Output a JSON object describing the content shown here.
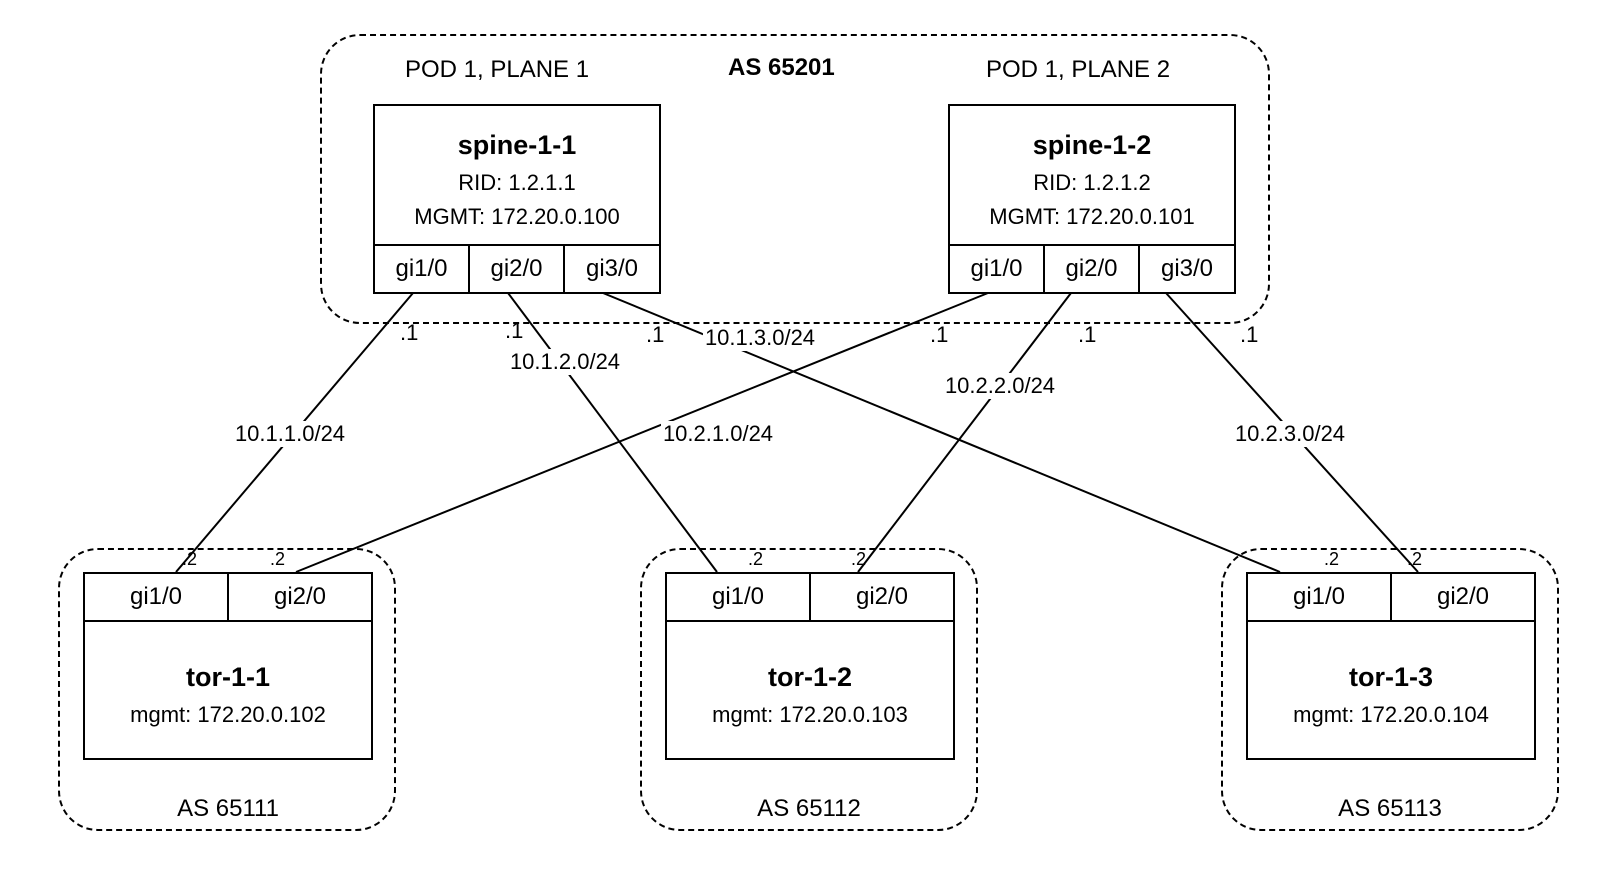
{
  "spine_group": {
    "plane1_label": "POD 1, PLANE 1",
    "as_label": "AS 65201",
    "plane2_label": "POD 1, PLANE 2"
  },
  "spines": [
    {
      "name": "spine-1-1",
      "rid": "RID: 1.2.1.1",
      "mgmt": "MGMT: 172.20.0.100",
      "ports": [
        "gi1/0",
        "gi2/0",
        "gi3/0"
      ]
    },
    {
      "name": "spine-1-2",
      "rid": "RID: 1.2.1.2",
      "mgmt": "MGMT: 172.20.0.101",
      "ports": [
        "gi1/0",
        "gi2/0",
        "gi3/0"
      ]
    }
  ],
  "tors": [
    {
      "name": "tor-1-1",
      "mgmt": "mgmt: 172.20.0.102",
      "as": "AS 65111",
      "ports": [
        "gi1/0",
        "gi2/0"
      ]
    },
    {
      "name": "tor-1-2",
      "mgmt": "mgmt: 172.20.0.103",
      "as": "AS 65112",
      "ports": [
        "gi1/0",
        "gi2/0"
      ]
    },
    {
      "name": "tor-1-3",
      "mgmt": "mgmt: 172.20.0.104",
      "as": "AS 65113",
      "ports": [
        "gi1/0",
        "gi2/0"
      ]
    }
  ],
  "links": [
    {
      "subnet": "10.1.1.0/24",
      "spine_end": ".1",
      "tor_end": ".2"
    },
    {
      "subnet": "10.1.2.0/24",
      "spine_end": ".1",
      "tor_end": ".2"
    },
    {
      "subnet": "10.1.3.0/24",
      "spine_end": ".1",
      "tor_end": ".2"
    },
    {
      "subnet": "10.2.1.0/24",
      "spine_end": ".1",
      "tor_end": ".2"
    },
    {
      "subnet": "10.2.2.0/24",
      "spine_end": ".1",
      "tor_end": ".2"
    },
    {
      "subnet": "10.2.3.0/24",
      "spine_end": ".1",
      "tor_end": ".2"
    }
  ]
}
